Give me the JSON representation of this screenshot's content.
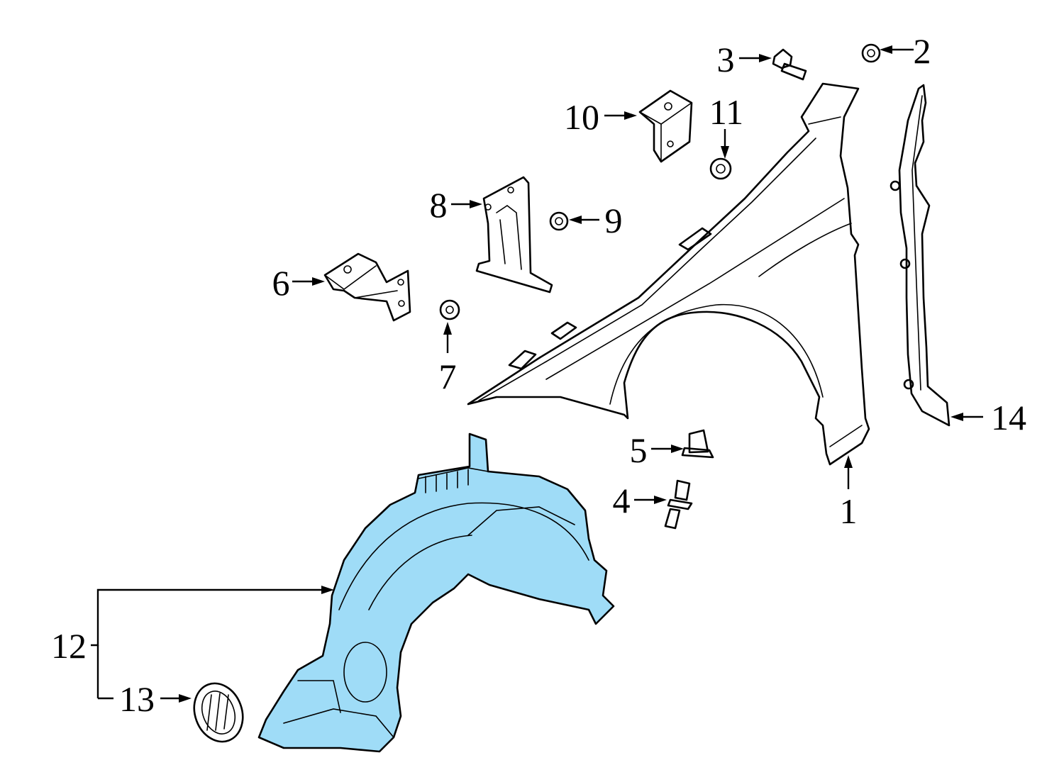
{
  "colors": {
    "background": "#ffffff",
    "line": "#000000",
    "highlight": "#9fdcf7"
  },
  "callouts": [
    {
      "id": "c1",
      "text": "1"
    },
    {
      "id": "c2",
      "text": "2"
    },
    {
      "id": "c3",
      "text": "3"
    },
    {
      "id": "c4",
      "text": "4"
    },
    {
      "id": "c5",
      "text": "5"
    },
    {
      "id": "c6",
      "text": "6"
    },
    {
      "id": "c7",
      "text": "7"
    },
    {
      "id": "c8",
      "text": "8"
    },
    {
      "id": "c9",
      "text": "9"
    },
    {
      "id": "c10",
      "text": "10"
    },
    {
      "id": "c11",
      "text": "11"
    },
    {
      "id": "c12",
      "text": "12"
    },
    {
      "id": "c13",
      "text": "13"
    },
    {
      "id": "c14",
      "text": "14"
    }
  ]
}
